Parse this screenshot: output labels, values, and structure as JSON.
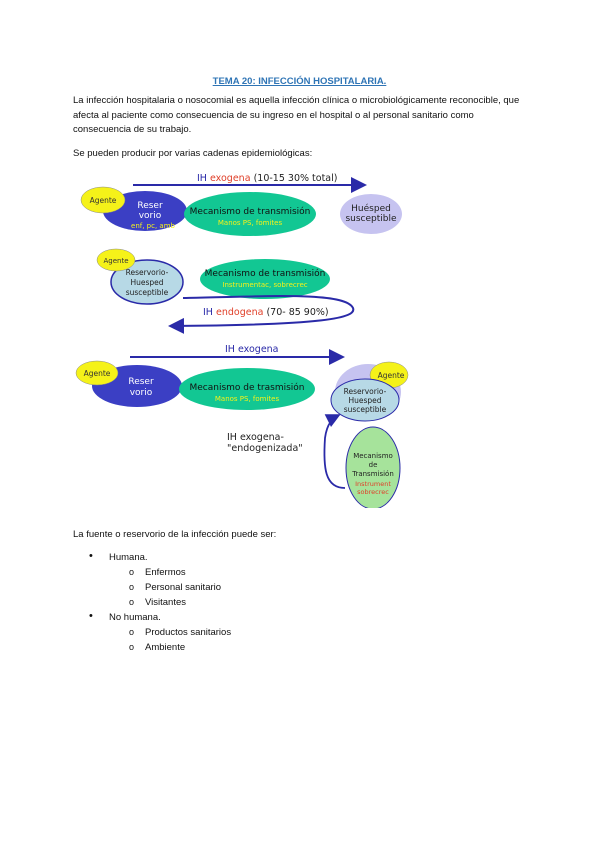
{
  "document": {
    "title": "TEMA 20: INFECCIÓN HOSPITALARIA.",
    "intro": "La infección hospitalaria o nosocomial es aquella infección clínica o microbiológicamente reconocible, que afecta al paciente como consecuencia de su ingreso en el hospital o al personal sanitario como consecuencia de su trabajo.",
    "chains_intro": "Se pueden producir por varias cadenas epidemiológicas:",
    "source_intro": "La fuente o reservorio de la infección puede ser:"
  },
  "diagram": {
    "top": {
      "arrow_prefix": "IH",
      "arrow_word": "exogena",
      "arrow_suffix": "(10-15   30% total)",
      "agente": "Agente",
      "reservorio_l1": "Reser",
      "reservorio_l2": "vorio",
      "reservorio_sub": "enf, pc, amb",
      "mecanismo": "Mecanismo de transmisión",
      "mecanismo_sub": "Manos PS, fomites",
      "huesped_l1": "Huésped",
      "huesped_l2": "susceptible"
    },
    "middle": {
      "agente": "Agente",
      "res_l1": "Reservorio-",
      "res_l2": "Huesped",
      "res_l3": "susceptible",
      "mecanismo": "Mecanismo de transmisión",
      "mecanismo_sub": "Instrumentac, sobrecrec",
      "arrow_prefix": "IH",
      "arrow_word": "endogena",
      "arrow_suffix": "(70-   85  90%)"
    },
    "bottom": {
      "arrow_label": "IH exogena",
      "agente_left": "Agente",
      "reservorio_l1": "Reser",
      "reservorio_l2": "vorio",
      "mecanismo": "Mecanismo de trasmisión",
      "mecanismo_sub": "Manos PS, fomites",
      "agente_right": "Agente",
      "res_l1": "Reservorio-",
      "res_l2": "Huesped",
      "res_l3": "susceptible",
      "endo_l1": "IH exogena-",
      "endo_l2": "\"endogenizada\"",
      "mec_l1": "Mecanismo",
      "mec_l2": "de",
      "mec_l3": "Transmisión",
      "mec_sub1": "Instrument",
      "mec_sub2": "sobrecrec"
    }
  },
  "sources": [
    {
      "label": "Humana.",
      "items": [
        "Enfermos",
        "Personal sanitario",
        "Visitantes"
      ]
    },
    {
      "label": "No humana.",
      "items": [
        "Productos sanitarios",
        "Ambiente"
      ]
    }
  ],
  "colors": {
    "title": "#2e74b5",
    "agente": "#f5f219",
    "reservorio": "#3b3fc4",
    "mecanismo": "#12c793",
    "huesped": "#c6c3f0",
    "res_huesped": "#b7d9e6",
    "mec_vertical": "#a6e39b",
    "arrow": "#2a2aa8",
    "exogena_word": "#e0402a",
    "sub_text": "#f5f219"
  }
}
